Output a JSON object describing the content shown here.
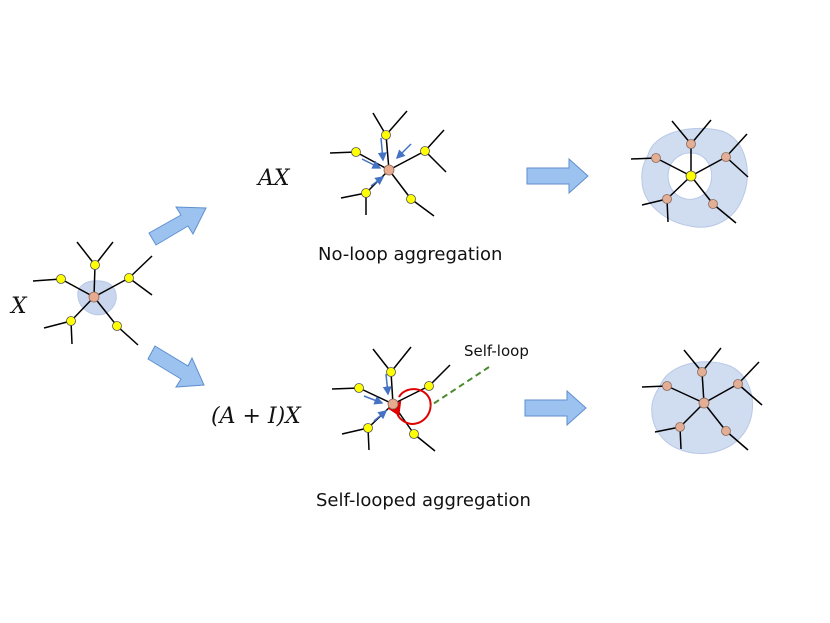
{
  "labels": {
    "input": "X",
    "no_loop_formula": "AX",
    "self_loop_formula": "(A + I)X",
    "no_loop_caption": "No-loop aggregation",
    "self_loop_caption": "Self-looped aggregation",
    "self_loop_note": "Self-loop"
  },
  "colors": {
    "edge": "#000000",
    "neighbor_node": "#ffff00",
    "center_node": "#e8ab8f",
    "aggregated_node": "#e3ae96",
    "receptive_field": "#c9d6ee",
    "flow_arrow": "#9cc3f0",
    "message_arrow": "#4472c4",
    "self_loop_ring": "#e00000",
    "pointer_line": "#4b8a2e"
  },
  "icons": {
    "flow_arrow": "block-arrow-icon",
    "message": "small-arrow-icon",
    "self_loop": "loop-ring-icon"
  }
}
